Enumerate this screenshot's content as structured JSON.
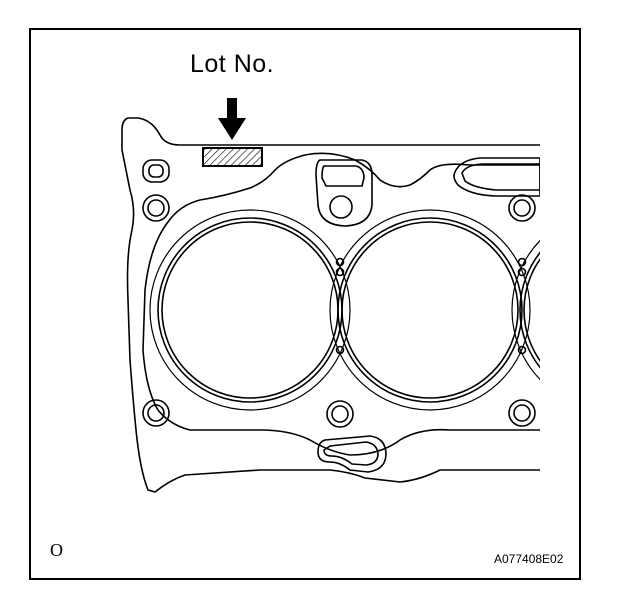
{
  "labels": {
    "lot_no": "Lot No.",
    "corner_mark": "O",
    "figure_code": "A077408E02"
  },
  "icons": {
    "arrow": "down-arrow-icon",
    "lot_marking": "hatched-rectangle"
  },
  "colors": {
    "line": "#000000",
    "background": "#ffffff"
  }
}
